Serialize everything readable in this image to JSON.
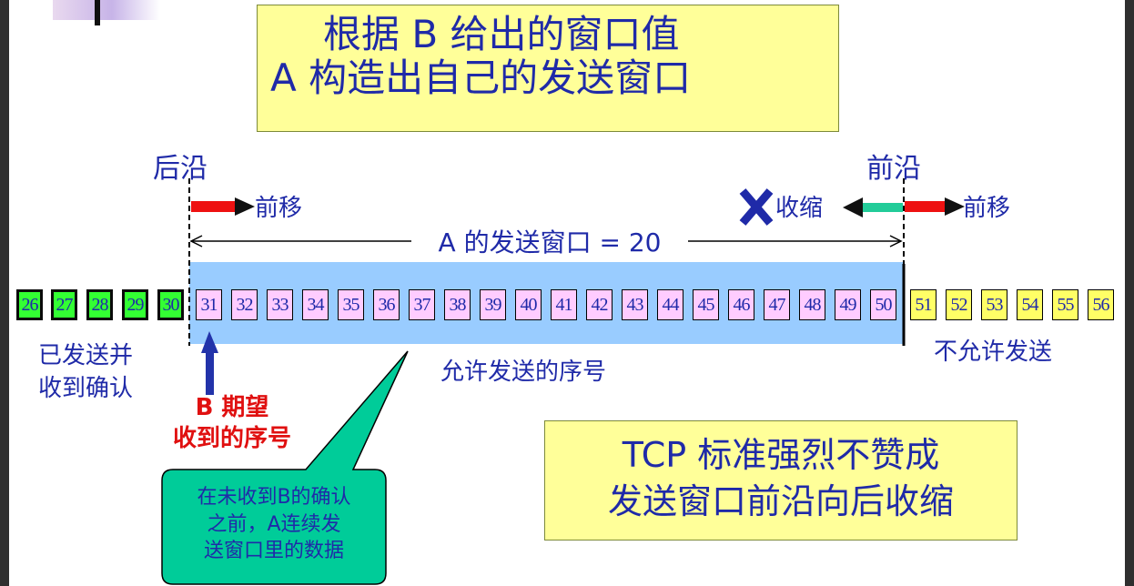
{
  "title": {
    "line1": "根据 B 给出的窗口值",
    "line2": "A 构造出自己的发送窗口"
  },
  "labels": {
    "trailing_edge": "后沿",
    "leading_edge": "前沿",
    "move_forward_left": "前移",
    "shrink": "收缩",
    "move_forward_right": "前移",
    "window_size": "A 的发送窗口 = 20",
    "acked_line1": "已发送并",
    "acked_line2": "收到确认",
    "allowed": "允许发送的序号",
    "not_allowed": "不允许发送",
    "expected_line1": "B 期望",
    "expected_line2": "收到的序号"
  },
  "sequence": {
    "acked": [
      "26",
      "27",
      "28",
      "29",
      "30"
    ],
    "allowed": [
      "31",
      "32",
      "33",
      "34",
      "35",
      "36",
      "37",
      "38",
      "39",
      "40",
      "41",
      "42",
      "43",
      "44",
      "45",
      "46",
      "47",
      "48",
      "49",
      "50"
    ],
    "forbidden": [
      "51",
      "52",
      "53",
      "54",
      "55",
      "56"
    ]
  },
  "callout": {
    "line1": "在未收到B的确认",
    "line2": "之前，A连续发",
    "line3": "送窗口里的数据"
  },
  "note": {
    "line1": "TCP 标准强烈不赞成",
    "line2": "发送窗口前沿向后收缩"
  },
  "colors": {
    "text_blue": "#1f2aa8",
    "emphasis_red": "#e01010",
    "title_bg": "#ffff99",
    "window_bg": "#99ccff",
    "acked_fill": "#33ff33",
    "allowed_fill": "#ffccff",
    "forbidden_fill": "#ffff66",
    "callout_fill": "#00cc99",
    "move_arrow": "#ee1111",
    "shrink_arrow": "#22cc99"
  },
  "icons": {
    "shrink_forbidden_mark": "cross-x-icon"
  }
}
